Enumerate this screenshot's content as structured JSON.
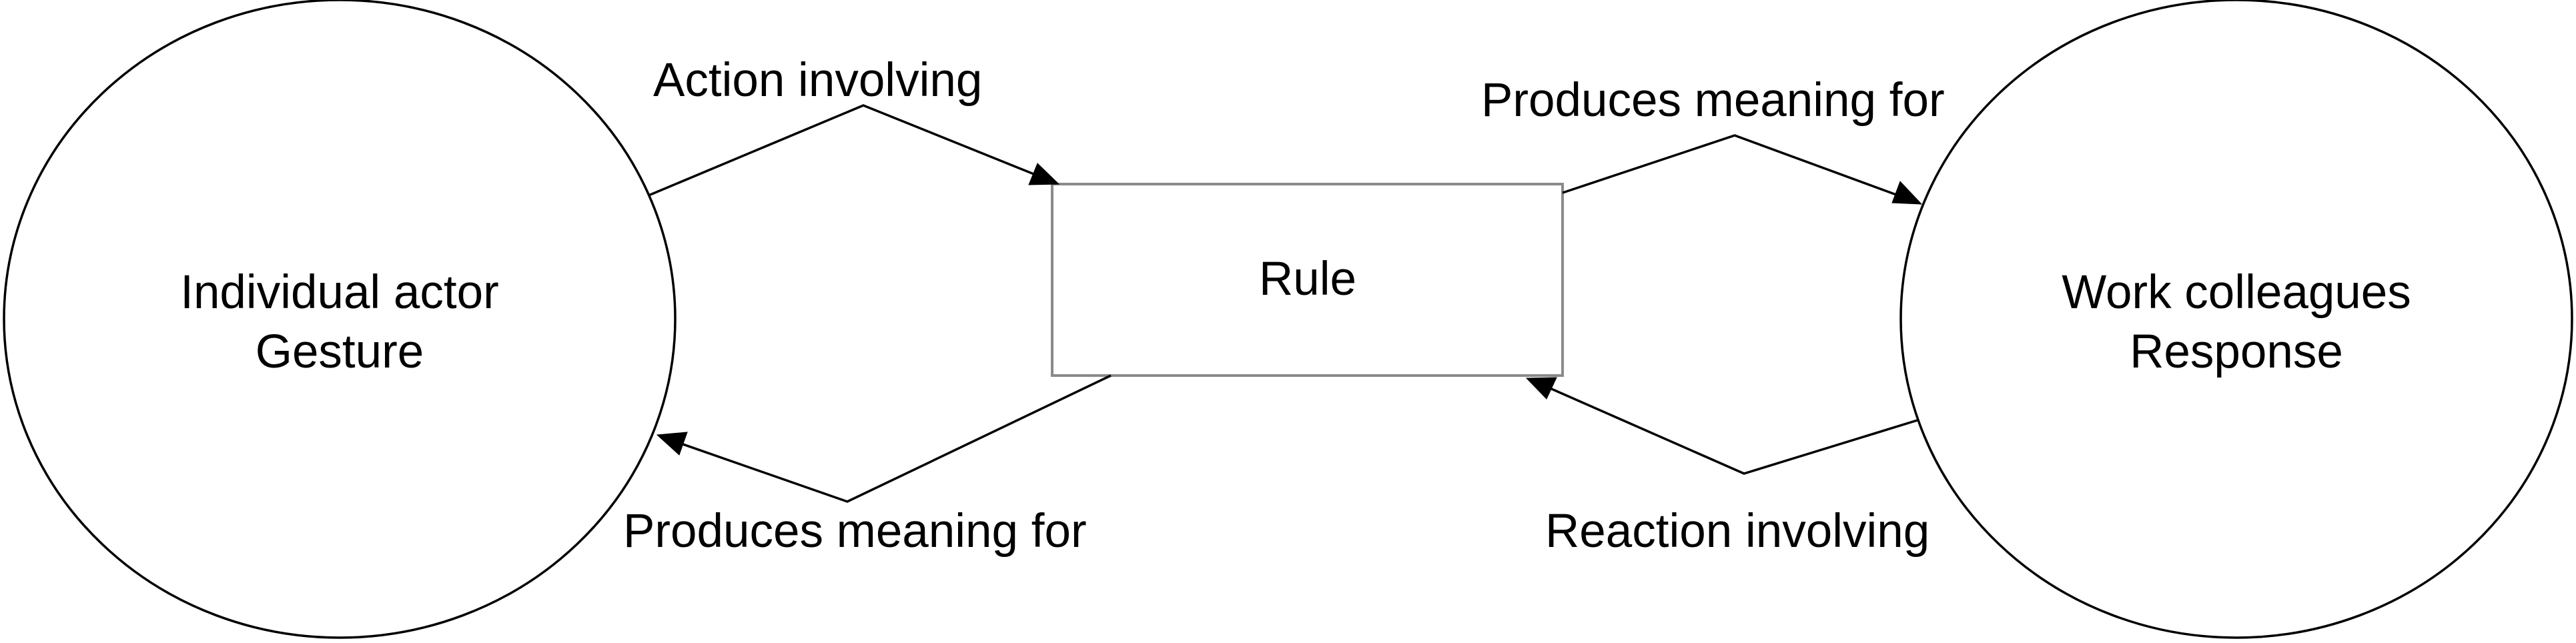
{
  "nodes": {
    "individual": {
      "line1": "Individual actor",
      "line2": "Gesture"
    },
    "rule": {
      "label": "Rule"
    },
    "colleagues": {
      "line1": "Work colleagues",
      "line2": "Response"
    }
  },
  "edges": {
    "action": {
      "label": "Action involving"
    },
    "produces_top": {
      "label": "Produces meaning for"
    },
    "reaction": {
      "label": "Reaction involving"
    },
    "produces_bottom": {
      "label": "Produces meaning for"
    }
  },
  "colors": {
    "stroke": "#000000",
    "rule_border": "#8a8a8a",
    "background": "#ffffff"
  }
}
